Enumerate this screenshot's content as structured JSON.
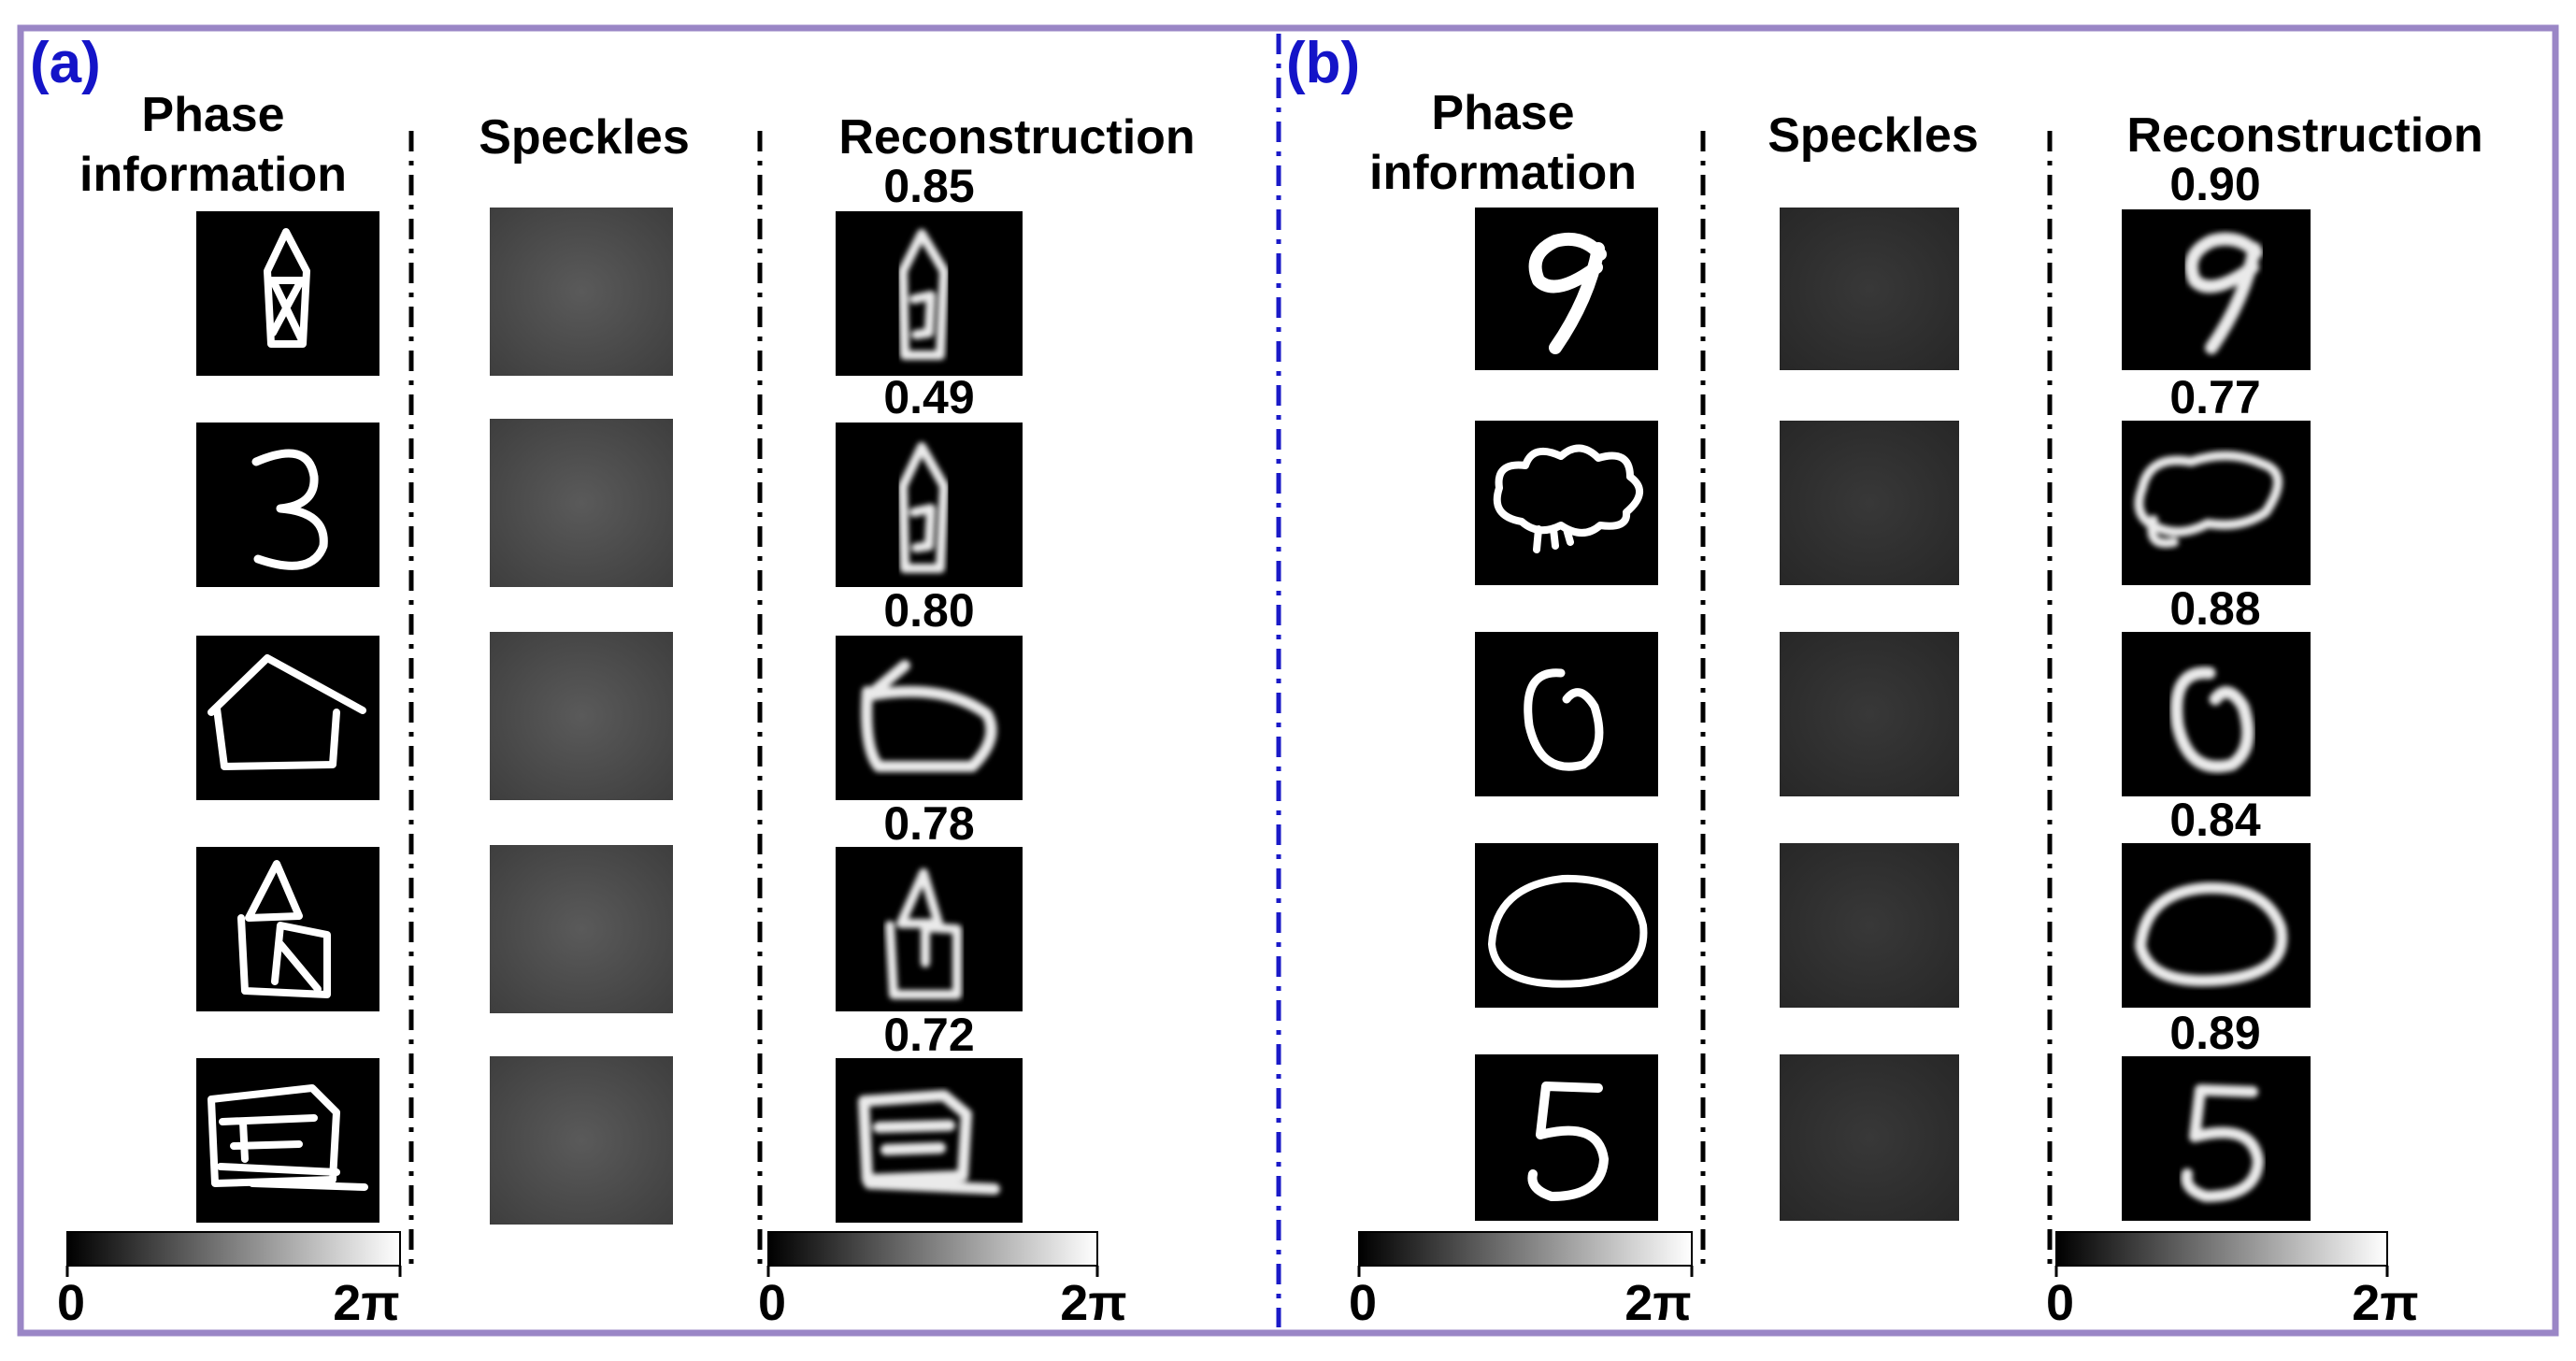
{
  "panels": [
    {
      "letter": "(a)",
      "headers": {
        "phase_line1": "Phase",
        "phase_line2": "information",
        "speckles": "Speckles",
        "reconstruction": "Reconstruction"
      },
      "scores": [
        "0.85",
        "0.49",
        "0.80",
        "0.78",
        "0.72"
      ],
      "colorbar_phase": {
        "min": "0",
        "max": "2π"
      },
      "colorbar_recon": {
        "min": "0",
        "max": "2π"
      }
    },
    {
      "letter": "(b)",
      "headers": {
        "phase_line1": "Phase",
        "phase_line2": "information",
        "speckles": "Speckles",
        "reconstruction": "Reconstruction"
      },
      "scores": [
        "0.90",
        "0.77",
        "0.88",
        "0.84",
        "0.89"
      ],
      "colorbar_phase": {
        "min": "0",
        "max": "2π"
      },
      "colorbar_recon": {
        "min": "0",
        "max": "2π"
      }
    }
  ],
  "colors": {
    "border": "#9a86c6",
    "panel_letter": "#1414c8",
    "divider_blue": "#1a1ac8",
    "divider_black": "#000000",
    "speckle_a": "#4a4a4a",
    "speckle_b": "#2e2e2e"
  }
}
